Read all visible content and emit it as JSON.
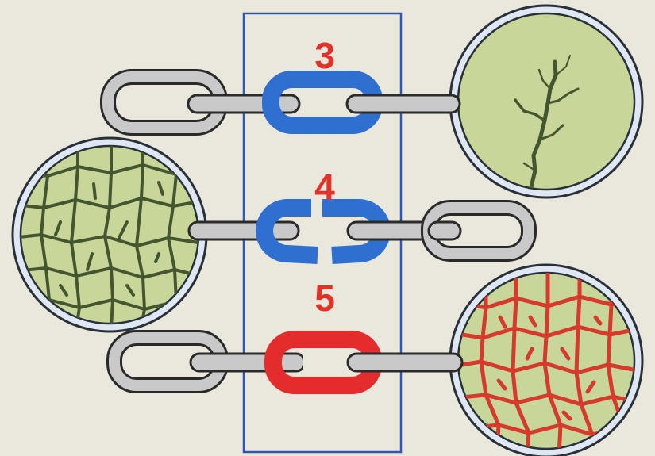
{
  "numbers": {
    "row1": "3",
    "row2": "4",
    "row3": "5"
  },
  "colors": {
    "background": "#eae7dc",
    "frame": "#2f55b8",
    "blue_link": "#2f6fd0",
    "red_link": "#e52c2c",
    "number_red": "#e23127",
    "chain_gray": "#c9c9c9",
    "chain_outline": "#2a2a2a",
    "circle_green": "#c9d69a",
    "crack_dark": "#43562f",
    "crack_red": "#d63a2c",
    "circle_rim": "#6f8fc2"
  },
  "icons": {
    "row1": [
      "chain-icon",
      "blue-link-icon",
      "cracked-circle-icon"
    ],
    "row2": [
      "cracked-circle-icon",
      "broken-blue-link-icon",
      "chain-icon"
    ],
    "row3": [
      "chain-icon",
      "red-link-icon",
      "red-cracked-circle-icon"
    ]
  }
}
